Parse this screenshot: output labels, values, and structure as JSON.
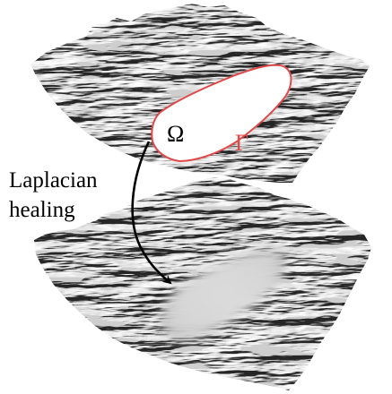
{
  "labels": {
    "domain_symbol": "Ω",
    "boundary_symbol": "Γ",
    "caption_line_1": "Laplacian",
    "caption_line_2": "healing"
  },
  "colors": {
    "boundary": "#e04a4a",
    "text": "#000000",
    "arrow": "#000000",
    "hole_fill": "#ffffff"
  }
}
